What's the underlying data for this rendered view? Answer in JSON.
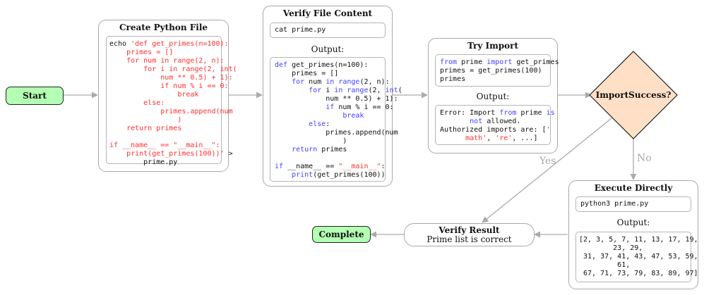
{
  "nodes": {
    "start": {
      "label": "Start"
    },
    "complete": {
      "label": "Complete"
    },
    "create": {
      "title": "Create Python File",
      "code_prefix": "echo ",
      "code_string": "'def get_primes(n=100):\n    primes = []\n    for num in range(2, n):\n        for i in range(2, int(\n            num ** 0.5) + 1):\n            if num % i == 0:\n                break\n        else:\n            primes.append(num\n                )\n    return primes\n\nif __name__ == \"__main__\":\n    print(get_primes(100))'",
      "code_suffix": " >\n        prime.py"
    },
    "verify_content": {
      "title": "Verify File Content",
      "command": "cat prime.py",
      "output_label": "Output:"
    },
    "try_import": {
      "title": "Try Import",
      "output_label": "Output:"
    },
    "decision": {
      "label": "ImportSuccess?"
    },
    "execute": {
      "title": "Execute Directly",
      "command": "python3 prime.py",
      "output_label": "Output:",
      "output": "[2, 3, 5, 7, 11, 13, 17, 19,\n        23, 29,\n 31, 37, 41, 43, 47, 53, 59,\n         61,\n 67, 71, 73, 79, 83, 89, 97]"
    },
    "verify_result": {
      "title": "Verify Result",
      "subtitle": "Prime list is correct"
    }
  },
  "edge_labels": {
    "yes": "Yes",
    "no": "No"
  },
  "colors": {
    "terminal_fill": "#b3ffb3",
    "decision_fill": "#ffe0c7",
    "keyword": "#4040ff",
    "string": "#ff3030",
    "arrow": "#aaaaaa"
  }
}
